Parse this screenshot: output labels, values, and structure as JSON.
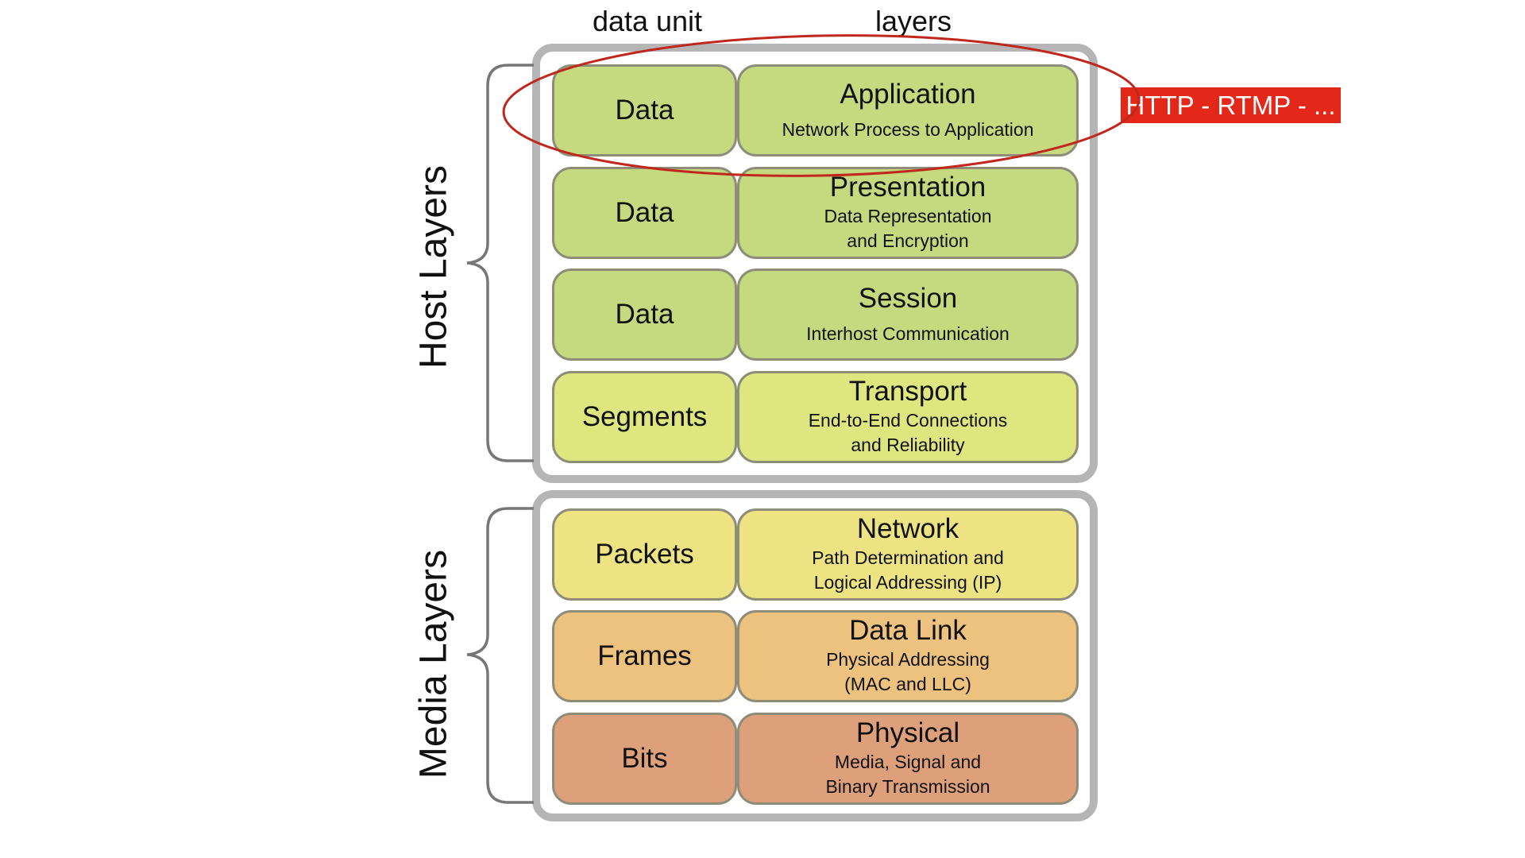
{
  "headers": {
    "data_unit": "data unit",
    "layers": "layers"
  },
  "groups": {
    "host": "Host Layers",
    "media": "Media Layers"
  },
  "rows": [
    {
      "unit": "Data",
      "name": "Application",
      "desc": "Network Process to Application",
      "color": "#c5da7f"
    },
    {
      "unit": "Data",
      "name": "Presentation",
      "desc": "Data Representation\nand Encryption",
      "color": "#c5da7f"
    },
    {
      "unit": "Data",
      "name": "Session",
      "desc": "Interhost Communication",
      "color": "#c5da7f"
    },
    {
      "unit": "Segments",
      "name": "Transport",
      "desc": "End-to-End Connections\nand Reliability",
      "color": "#dde67f"
    },
    {
      "unit": "Packets",
      "name": "Network",
      "desc": "Path Determination and\nLogical Addressing (IP)",
      "color": "#ede383"
    },
    {
      "unit": "Frames",
      "name": "Data Link",
      "desc": "Physical Addressing\n(MAC and LLC)",
      "color": "#ecc27e"
    },
    {
      "unit": "Bits",
      "name": "Physical",
      "desc": "Media, Signal and\nBinary Transmission",
      "color": "#dea07a"
    }
  ],
  "annotation": {
    "protocols": "HTTP - RTMP - ...",
    "badge_color": "#e3281a",
    "ellipse_color": "#c0281e"
  },
  "colors": {
    "group_border": "#b5b5b5",
    "cell_border": "#8d8d79",
    "bracket": "#777777"
  }
}
